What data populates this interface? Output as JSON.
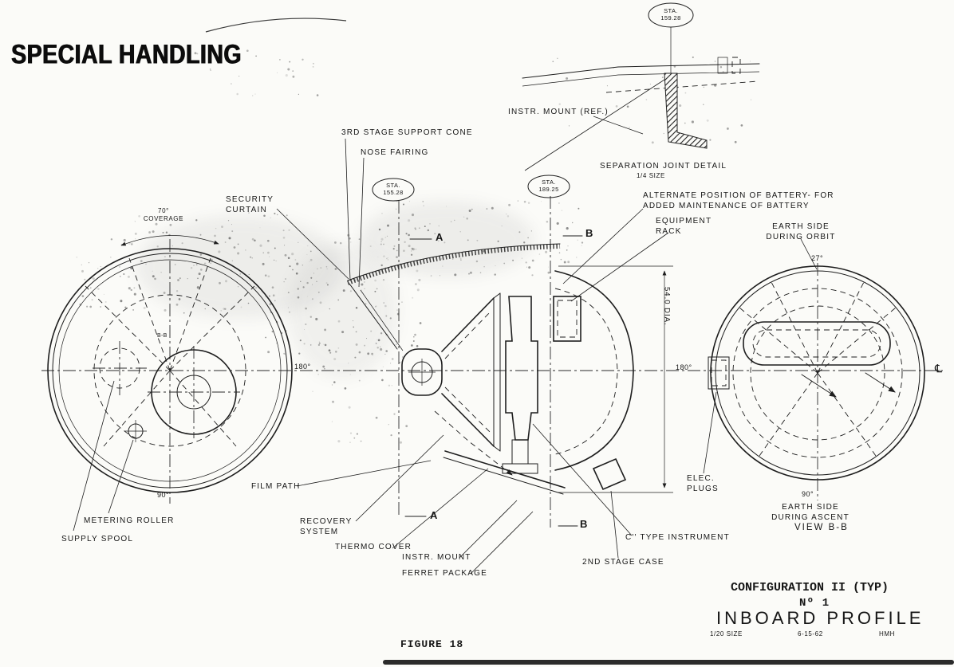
{
  "stamp": "SPECIAL HANDLING",
  "figure_caption": "FIGURE 18",
  "separation_detail": {
    "station_bubble": "STA.\n159.28",
    "instr_mount_ref": "INSTR. MOUNT (REF.)",
    "title": "SEPARATION JOINT DETAIL",
    "scale": "1/4 SIZE"
  },
  "stations": {
    "sta_155": "STA.\n155.28",
    "sta_189": "STA.\n189.25"
  },
  "profile": {
    "third_stage_support_cone": "3RD STAGE SUPPORT CONE",
    "nose_fairing": "NOSE FAIRING",
    "security_curtain": "SECURITY\nCURTAIN",
    "alternate_battery": "ALTERNATE POSITION OF BATTERY- FOR\nADDED MAINTENANCE OF BATTERY",
    "equipment_rack": "EQUIPMENT\nRACK",
    "dia_54": "54.0 DIA.",
    "film_path": "FILM PATH",
    "recovery_system": "RECOVERY\nSYSTEM",
    "thermo_cover": "THERMO COVER",
    "instr_mount": "INSTR. MOUNT",
    "ferret_package": "FERRET PACKAGE",
    "c_type_instrument": "C'' TYPE INSTRUMENT",
    "second_stage_case": "2ND STAGE CASE"
  },
  "left_view": {
    "coverage": "70°\nCOVERAGE",
    "angle_180": "180°",
    "angle_90": "90°",
    "hub_marker": "B-B",
    "metering_roller": "METERING ROLLER",
    "supply_spool": "SUPPLY SPOOL"
  },
  "right_view": {
    "earth_side_orbit": "EARTH SIDE\nDURING ORBIT",
    "angle_27": "27°",
    "angle_180": "180°",
    "angle_90": "90°",
    "earth_side_ascent": "EARTH SIDE\nDURING ASCENT",
    "view_label": "VIEW B-B",
    "elec_plugs": "ELEC.\nPLUGS",
    "centerline_symbol": "℄"
  },
  "section_markers": {
    "a_top": "A",
    "a_bottom": "A",
    "b_top": "B",
    "b_bottom": "B"
  },
  "title_block": {
    "configuration": "CONFIGURATION II (TYP)",
    "number": "Nº 1",
    "title": "INBOARD PROFILE",
    "scale": "1/20 SIZE",
    "date": "6-15-62",
    "initials": "HMH"
  }
}
